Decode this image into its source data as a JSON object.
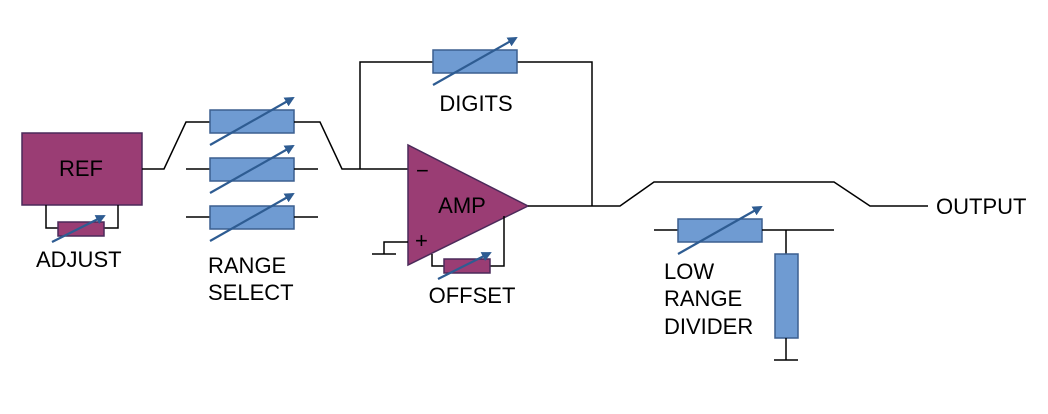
{
  "colors": {
    "resistor_fill": "#6f9bd2",
    "block_fill": "#9a3d74",
    "arrow": "#2e5c92",
    "wire": "#000000"
  },
  "labels": {
    "ref": "REF",
    "adjust": "ADJUST",
    "range_select_1": "RANGE",
    "range_select_2": "SELECT",
    "digits": "DIGITS",
    "amp": "AMP",
    "minus": "−",
    "plus": "+",
    "offset": "OFFSET",
    "low_range_1": "LOW",
    "low_range_2": "RANGE",
    "low_range_3": "DIVIDER",
    "output": "OUTPUT"
  }
}
